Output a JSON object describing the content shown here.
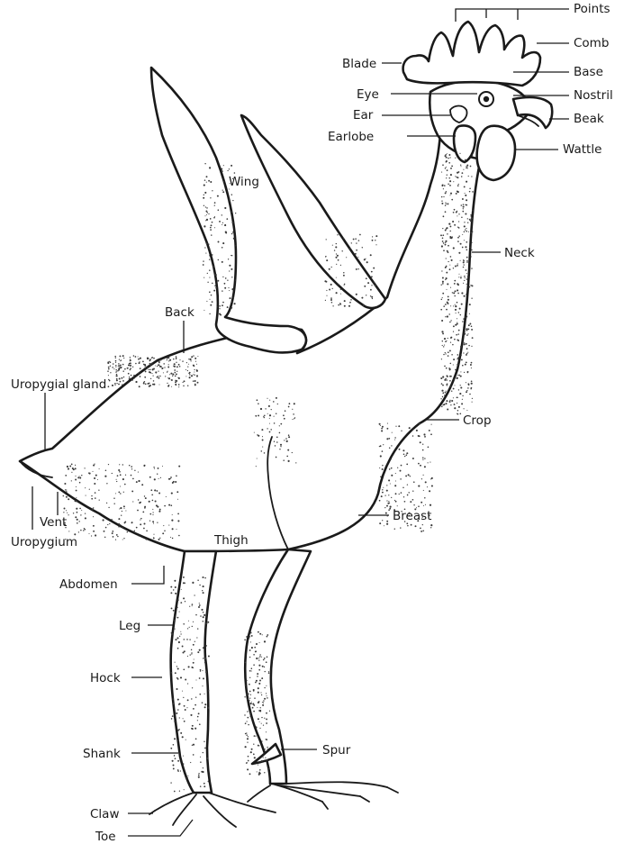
{
  "labels": {
    "points": "Points",
    "comb": "Comb",
    "blade": "Blade",
    "base": "Base",
    "eye": "Eye",
    "nostril": "Nostril",
    "ear": "Ear",
    "beak": "Beak",
    "earlobe": "Earlobe",
    "wattle": "Wattle",
    "wing": "Wing",
    "neck": "Neck",
    "back": "Back",
    "uropygial_gland": "Uropygial gland",
    "crop": "Crop",
    "vent": "Vent",
    "breast": "Breast",
    "uropygium": "Uropygium",
    "thigh": "Thigh",
    "abdomen": "Abdomen",
    "leg": "Leg",
    "hock": "Hock",
    "shank": "Shank",
    "spur": "Spur",
    "claw": "Claw",
    "toe": "Toe"
  },
  "colors": {
    "ink": "#1a1a1a",
    "paper": "#ffffff"
  }
}
